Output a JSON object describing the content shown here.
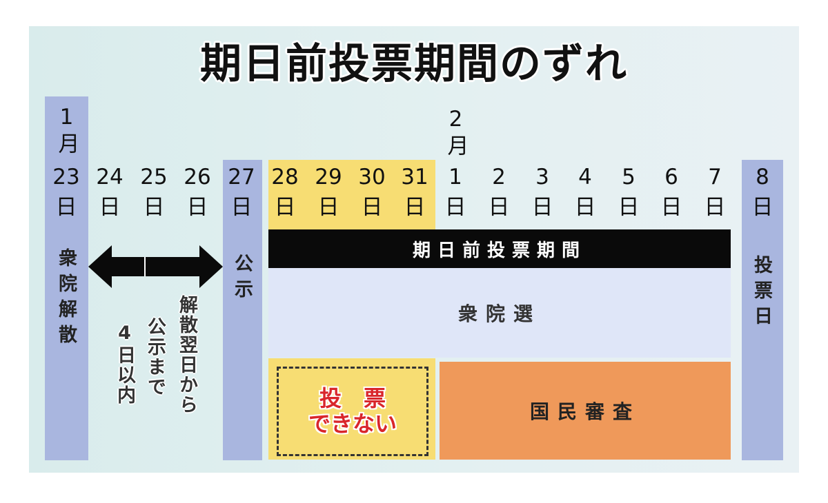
{
  "title": "期日前投票期間のずれ",
  "month_jan": "1月",
  "month_feb": "2月",
  "day_unit": "日",
  "days_jan": [
    "23",
    "24",
    "25",
    "26",
    "27",
    "28",
    "29",
    "30",
    "31"
  ],
  "days_feb": [
    "1",
    "2",
    "3",
    "4",
    "5",
    "6",
    "7",
    "8"
  ],
  "label_dissolution": "衆院解散",
  "label_announcement": "公示",
  "label_voting_day": "投票日",
  "note_line1": "解散翌日から",
  "note_line2": "公示まで",
  "note_line3": "4日以内",
  "early_voting_period": "期日前投票期間",
  "lower_house_election": "衆院選",
  "cannot_vote_line1": "投　票",
  "cannot_vote_line2": "できない",
  "national_review": "国民審査",
  "colors": {
    "blue_column": "#a9b6df",
    "yellow_highlight": "#f7dd73",
    "orange_band": "#ef995a",
    "light_band": "#dfe6f8",
    "black_bar": "#0a0a0a",
    "red_text": "#d9262b"
  }
}
